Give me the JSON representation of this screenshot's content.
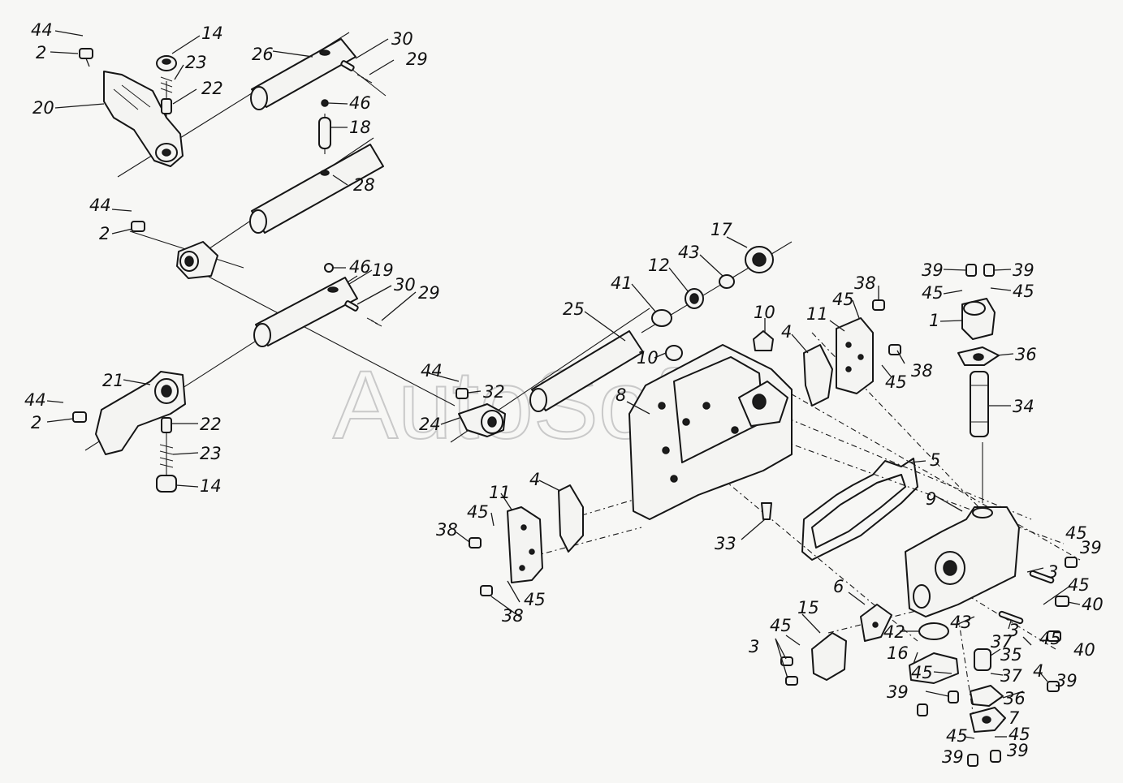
{
  "diagram": {
    "watermark": "AutoSoft",
    "callouts": [
      {
        "id": "c44a",
        "text": "44"
      },
      {
        "id": "c2a",
        "text": "2"
      },
      {
        "id": "c20",
        "text": "20"
      },
      {
        "id": "c14a",
        "text": "14"
      },
      {
        "id": "c23a",
        "text": "23"
      },
      {
        "id": "c22a",
        "text": "22"
      },
      {
        "id": "c26",
        "text": "26"
      },
      {
        "id": "c30a",
        "text": "30"
      },
      {
        "id": "c29a",
        "text": "29"
      },
      {
        "id": "c46a",
        "text": "46"
      },
      {
        "id": "c18",
        "text": "18"
      },
      {
        "id": "c28",
        "text": "28"
      },
      {
        "id": "c44b",
        "text": "44"
      },
      {
        "id": "c2b",
        "text": "2"
      },
      {
        "id": "c46b",
        "text": "46"
      },
      {
        "id": "c19",
        "text": "19"
      },
      {
        "id": "c30b",
        "text": "30"
      },
      {
        "id": "c29b",
        "text": "29"
      },
      {
        "id": "c21",
        "text": "21"
      },
      {
        "id": "c44c",
        "text": "44"
      },
      {
        "id": "c2c",
        "text": "2"
      },
      {
        "id": "c22b",
        "text": "22"
      },
      {
        "id": "c23b",
        "text": "23"
      },
      {
        "id": "c14b",
        "text": "14"
      },
      {
        "id": "c44d",
        "text": "44"
      },
      {
        "id": "c32",
        "text": "32"
      },
      {
        "id": "c24",
        "text": "24"
      },
      {
        "id": "c25",
        "text": "25"
      },
      {
        "id": "c41",
        "text": "41"
      },
      {
        "id": "c12",
        "text": "12"
      },
      {
        "id": "c43a",
        "text": "43"
      },
      {
        "id": "c17",
        "text": "17"
      },
      {
        "id": "c10a",
        "text": "10"
      },
      {
        "id": "c10b",
        "text": "10"
      },
      {
        "id": "c8",
        "text": "8"
      },
      {
        "id": "c4a",
        "text": "4"
      },
      {
        "id": "c11a",
        "text": "11"
      },
      {
        "id": "c45a",
        "text": "45"
      },
      {
        "id": "c38a",
        "text": "38"
      },
      {
        "id": "c38b",
        "text": "38"
      },
      {
        "id": "c45b",
        "text": "45"
      },
      {
        "id": "c39a",
        "text": "39"
      },
      {
        "id": "c39b",
        "text": "39"
      },
      {
        "id": "c45c",
        "text": "45"
      },
      {
        "id": "c45d",
        "text": "45"
      },
      {
        "id": "c1",
        "text": "1"
      },
      {
        "id": "c36a",
        "text": "36"
      },
      {
        "id": "c34",
        "text": "34"
      },
      {
        "id": "c5",
        "text": "5"
      },
      {
        "id": "c9",
        "text": "9"
      },
      {
        "id": "c33",
        "text": "33"
      },
      {
        "id": "c4b",
        "text": "4"
      },
      {
        "id": "c11b",
        "text": "11"
      },
      {
        "id": "c45e",
        "text": "45"
      },
      {
        "id": "c38c",
        "text": "38"
      },
      {
        "id": "c38d",
        "text": "38"
      },
      {
        "id": "c45f",
        "text": "45"
      },
      {
        "id": "c45g",
        "text": "45"
      },
      {
        "id": "c39c",
        "text": "39"
      },
      {
        "id": "c3a",
        "text": "3"
      },
      {
        "id": "c45h",
        "text": "45"
      },
      {
        "id": "c40a",
        "text": "40"
      },
      {
        "id": "c6",
        "text": "6"
      },
      {
        "id": "c15",
        "text": "15"
      },
      {
        "id": "c45i",
        "text": "45"
      },
      {
        "id": "c3b",
        "text": "3"
      },
      {
        "id": "c42",
        "text": "42"
      },
      {
        "id": "c43b",
        "text": "43"
      },
      {
        "id": "c3c",
        "text": "3"
      },
      {
        "id": "c45j",
        "text": "45"
      },
      {
        "id": "c40b",
        "text": "40"
      },
      {
        "id": "c37a",
        "text": "37"
      },
      {
        "id": "c16",
        "text": "16"
      },
      {
        "id": "c35",
        "text": "35"
      },
      {
        "id": "c4c",
        "text": "4"
      },
      {
        "id": "c45k",
        "text": "45"
      },
      {
        "id": "c37b",
        "text": "37"
      },
      {
        "id": "c39d",
        "text": "39"
      },
      {
        "id": "c39e",
        "text": "39"
      },
      {
        "id": "c36b",
        "text": "36"
      },
      {
        "id": "c7",
        "text": "7"
      },
      {
        "id": "c45l",
        "text": "45"
      },
      {
        "id": "c45m",
        "text": "45"
      },
      {
        "id": "c39f",
        "text": "39"
      },
      {
        "id": "c39g",
        "text": "39"
      }
    ]
  }
}
